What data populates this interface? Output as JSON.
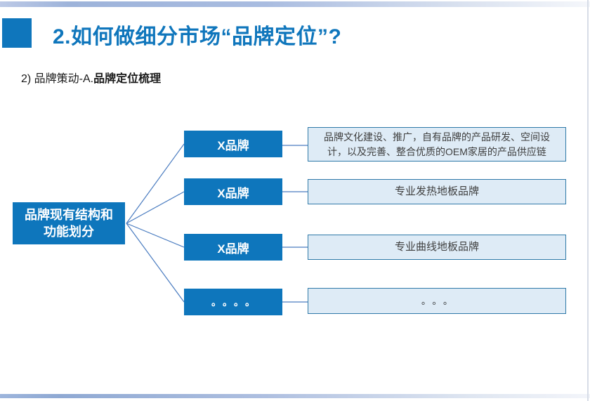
{
  "slide": {
    "title": "2.如何做细分市场“品牌定位”?",
    "subtitle": {
      "prefix": "2) 品牌策动-A.",
      "bold": "品牌定位梳理"
    }
  },
  "diagram": {
    "root": {
      "line1": "品牌现有结构和",
      "line2": "功能划分"
    },
    "rows": [
      {
        "brand": "X品牌",
        "desc": "品牌文化建设、推广，自有品牌的产品研发、空间设计，以及完善、整合优质的OEM家居的产品供应链"
      },
      {
        "brand": "X品牌",
        "desc": "专业发热地板品牌"
      },
      {
        "brand": "X品牌",
        "desc": "专业曲线地板品牌"
      },
      {
        "brand": "。。。。",
        "desc": "。。。"
      }
    ]
  },
  "colors": {
    "brand_blue": "#0E76BC",
    "title_blue": "#0F76BC",
    "desc_fill": "#DEEBF6",
    "desc_border": "#2E79A8",
    "connector_line": "#4A7CC0",
    "top_bar_blue": "#9DB3DA",
    "bottom_bar_blue": "#8FA9D3"
  }
}
